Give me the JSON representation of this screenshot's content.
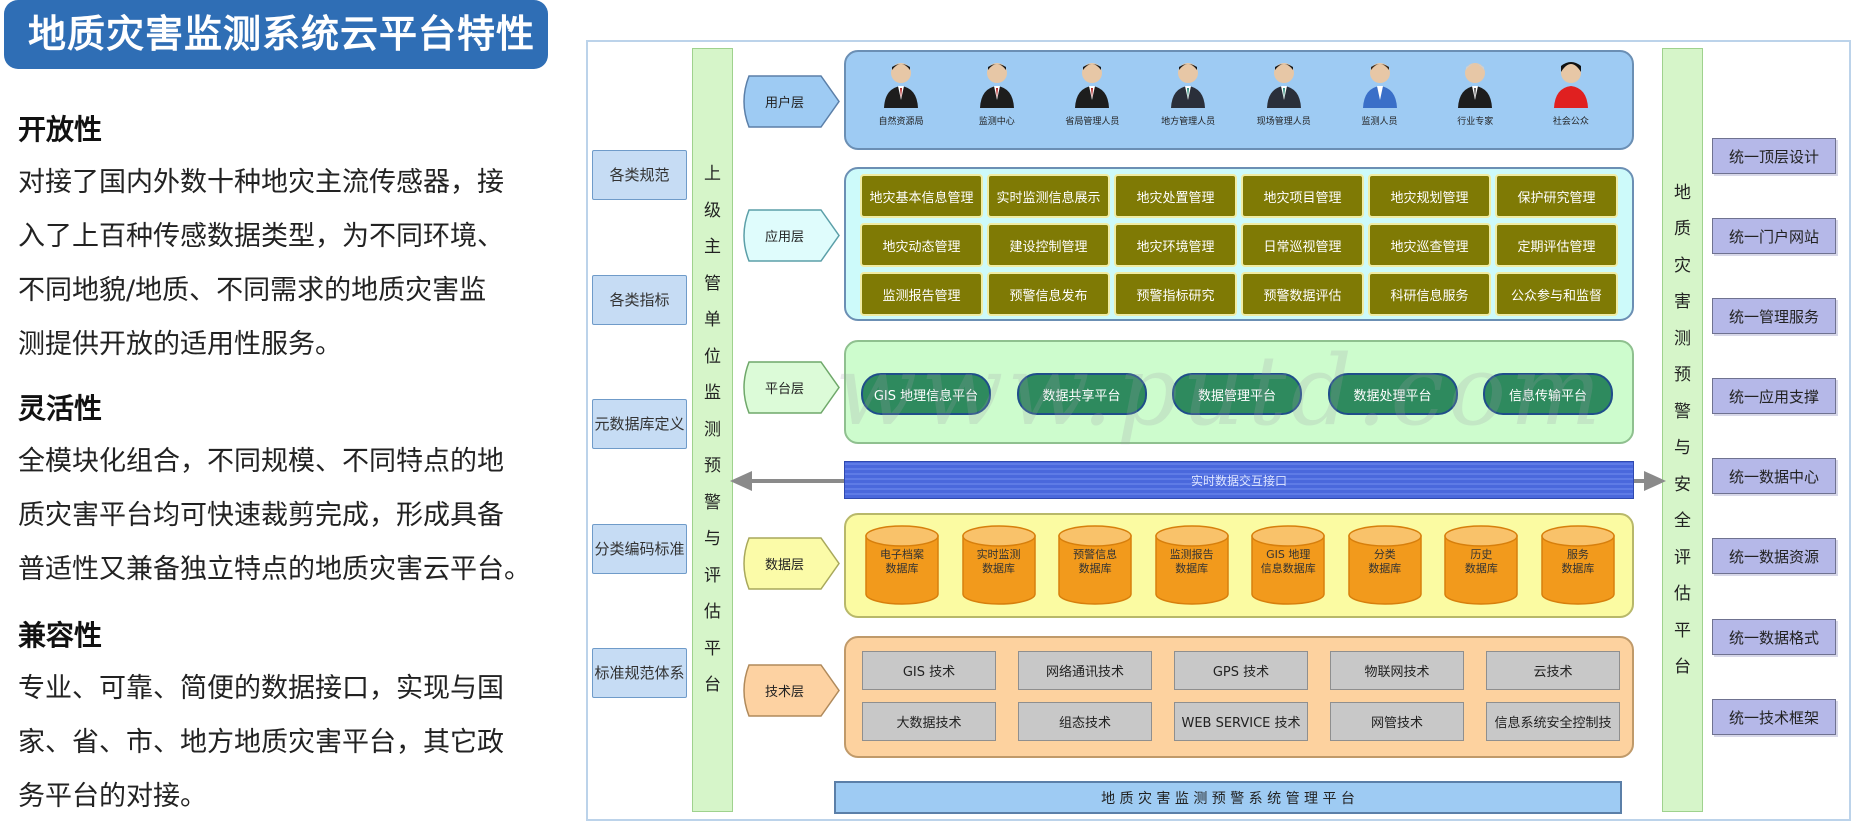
{
  "title": "地质灾害监测系统云平台特性",
  "sections": [
    {
      "heading": "开放性",
      "lines": [
        "对接了国内外数十种地灾主流传感器，接",
        "入了上百种传感数据类型，为不同环境、",
        "不同地貌/地质、不同需求的地质灾害监",
        "测提供开放的适用性服务。"
      ]
    },
    {
      "heading": "灵活性",
      "lines": [
        "全模块化组合，不同规模、不同特点的地",
        "质灾害平台均可快速裁剪完成，形成具备",
        "普适性又兼备独立特点的地质灾害云平台。"
      ]
    },
    {
      "heading": "兼容性",
      "lines": [
        "专业、可靠、简便的数据接口，实现与国",
        "家、省、市、地方地质灾害平台，其它政",
        "务平台的对接。"
      ]
    }
  ],
  "diagram": {
    "left_docs": [
      "各类规范",
      "各类指标",
      "元数据库定义",
      "分类编码标准",
      "标准规范体系"
    ],
    "left_bar": "上级主管单位监测预警与评估平台",
    "right_bar": "地质灾害测预警与安全评估平台",
    "right_boxes": [
      "统一顶层设计",
      "统一门户网站",
      "统一管理服务",
      "统一应用支撑",
      "统一数据中心",
      "统一数据资源",
      "统一数据格式",
      "统一技术框架"
    ],
    "layers": {
      "user": {
        "label": "用户层",
        "items": [
          "自然资源局",
          "监测中心",
          "省局管理人员",
          "地方管理人员",
          "现场管理人员",
          "监测人员",
          "行业专家",
          "社会公众"
        ]
      },
      "app": {
        "label": "应用层",
        "items": [
          "地灾基本信息管理",
          "实时监测信息展示",
          "地灾处置管理",
          "地灾项目管理",
          "地灾规划管理",
          "保护研究管理",
          "地灾动态管理",
          "建设控制管理",
          "地灾环境管理",
          "日常巡视管理",
          "地灾巡查管理",
          "定期评估管理",
          "监测报告管理",
          "预警信息发布",
          "预警指标研究",
          "预警数据评估",
          "科研信息服务",
          "公众参与和监督"
        ]
      },
      "platform": {
        "label": "平台层",
        "items": [
          "GIS 地理信息平台",
          "数据共享平台",
          "数据管理平台",
          "数据处理平台",
          "信息传输平台"
        ]
      },
      "interface": "实时数据交互接口",
      "data": {
        "label": "数据层",
        "items": [
          [
            "电子档案",
            "数据库"
          ],
          [
            "实时监测",
            "数据库"
          ],
          [
            "预警信息",
            "数据库"
          ],
          [
            "监测报告",
            "数据库"
          ],
          [
            "GIS 地理",
            "信息数据库"
          ],
          [
            "分类",
            "数据库"
          ],
          [
            "历史",
            "数据库"
          ],
          [
            "服务",
            "数据库"
          ]
        ]
      },
      "tech": {
        "label": "技术层",
        "items": [
          "GIS 技术",
          "网络通讯技术",
          "GPS 技术",
          "物联网技术",
          "云技术",
          "大数据技术",
          "组态技术",
          "WEB SERVICE 技术",
          "网管技术",
          "信息系统安全控制技"
        ]
      }
    },
    "bottom_bar": "地 质 灾 害 监 测 预 警 系 统 管 理 平 台",
    "watermark": "www.putd.com"
  },
  "colors": {
    "title_bg": "#2f6eb5",
    "user_layer": "#9ecbf3",
    "app_layer": "#cdfafa",
    "platform_layer": "#cdfccd",
    "data_layer": "#fbfba2",
    "tech_layer": "#fdd29f",
    "interface_bar": "#4f6fe0"
  }
}
